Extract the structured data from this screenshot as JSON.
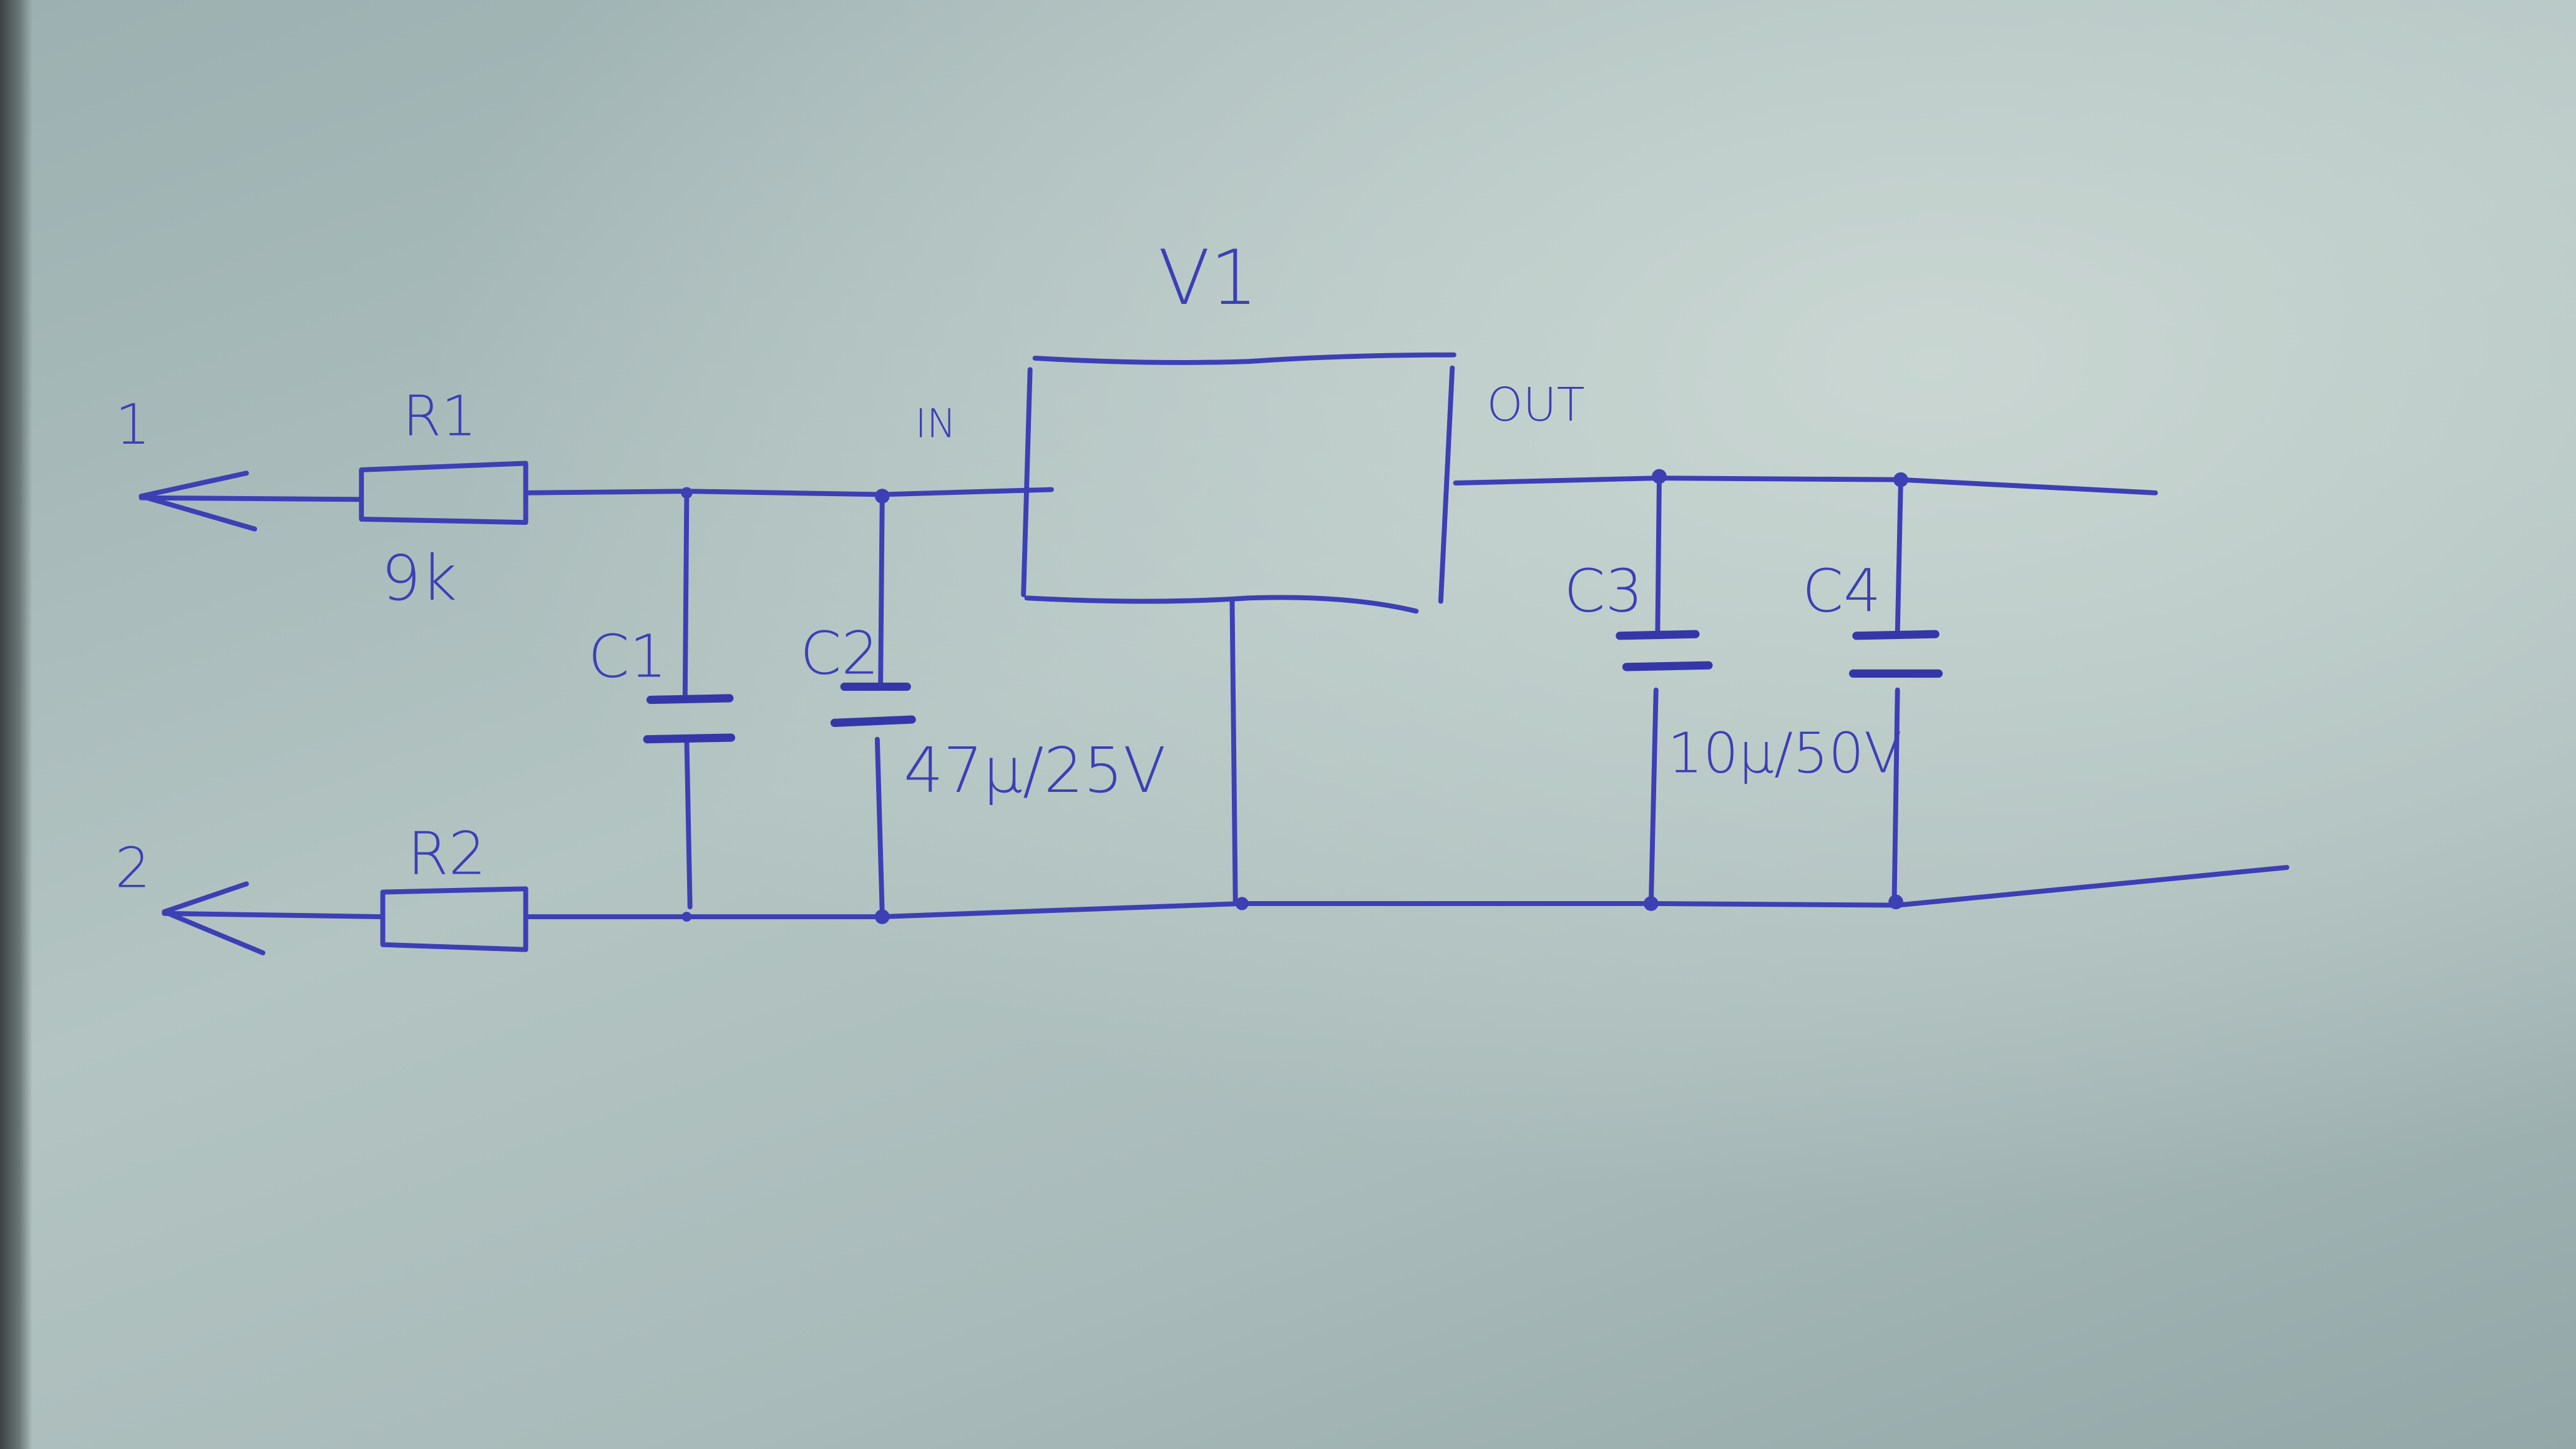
{
  "diagram": {
    "type": "hand-drawn circuit schematic",
    "ink_color": "#3d3fb5",
    "paper_color": "#b3c4c2",
    "regulator": {
      "name": "V1",
      "input_label": "IN",
      "output_label": "OUT"
    },
    "terminals": [
      {
        "label": "1"
      },
      {
        "label": "2"
      }
    ],
    "resistors": [
      {
        "name": "R1",
        "value": "9k"
      },
      {
        "name": "R2"
      }
    ],
    "capacitors": [
      {
        "name": "C1"
      },
      {
        "name": "C2",
        "value": "47µ/25V"
      },
      {
        "name": "C3",
        "value": "10µ/50V"
      },
      {
        "name": "C4"
      }
    ]
  }
}
